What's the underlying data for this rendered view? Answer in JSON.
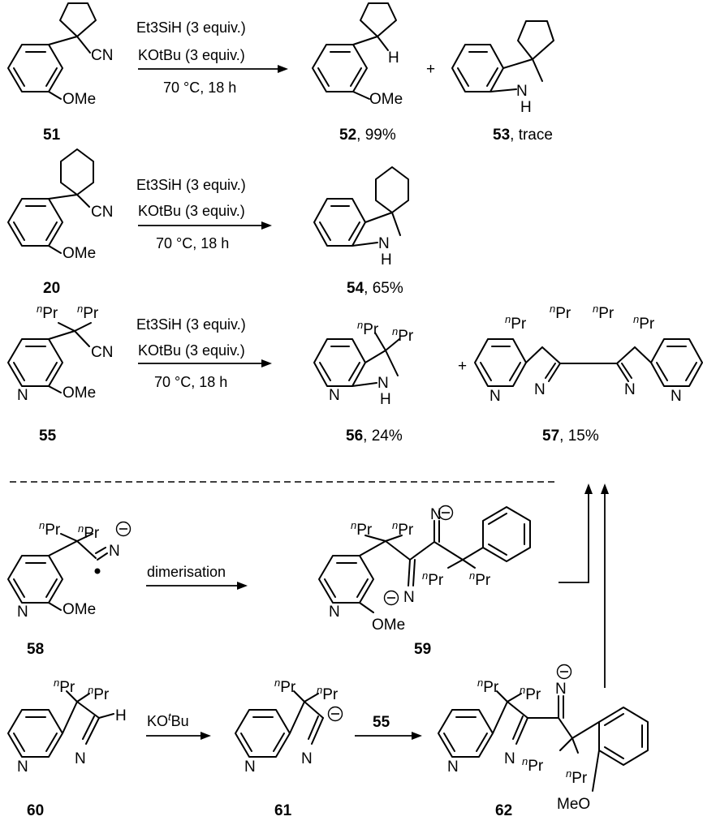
{
  "reaction1": {
    "reagent1": "Et3SiH (3 equiv.)",
    "reagent2": "KOtBu (3 equiv.)",
    "conditions": "70 °C, 18 h",
    "sm_number": "51",
    "product1_number": "52",
    "product1_yield": ", 99%",
    "product2_number": "53",
    "product2_yield": ", trace"
  },
  "reaction2": {
    "reagent1": "Et3SiH (3 equiv.)",
    "reagent2": "KOtBu (3 equiv.)",
    "conditions": "70 °C, 18 h",
    "sm_number": "20",
    "product_number": "54",
    "product_yield": ", 65%"
  },
  "reaction3": {
    "reagent1": "Et3SiH (3 equiv.)",
    "reagent2": "KOtBu (3 equiv.)",
    "conditions": "70 °C, 18 h",
    "sm_number": "55",
    "product1_number": "56",
    "product1_yield": ", 24%",
    "product2_number": "57",
    "product2_yield": ", 15%"
  },
  "mechanism": {
    "dimerisation_label": "dimerisation",
    "radical_number": "58",
    "dimer_number": "59",
    "indolenine_number": "60",
    "anion_number": "61",
    "adduct_number": "62",
    "base_label": "KOtBu",
    "reagent_55": "55"
  },
  "atoms": {
    "cn": "CN",
    "ome": "OMe",
    "meo": "MeO",
    "n": "N",
    "h": "H",
    "plus": "+"
  },
  "colors": {
    "ink": "#000000",
    "background": "#ffffff"
  }
}
